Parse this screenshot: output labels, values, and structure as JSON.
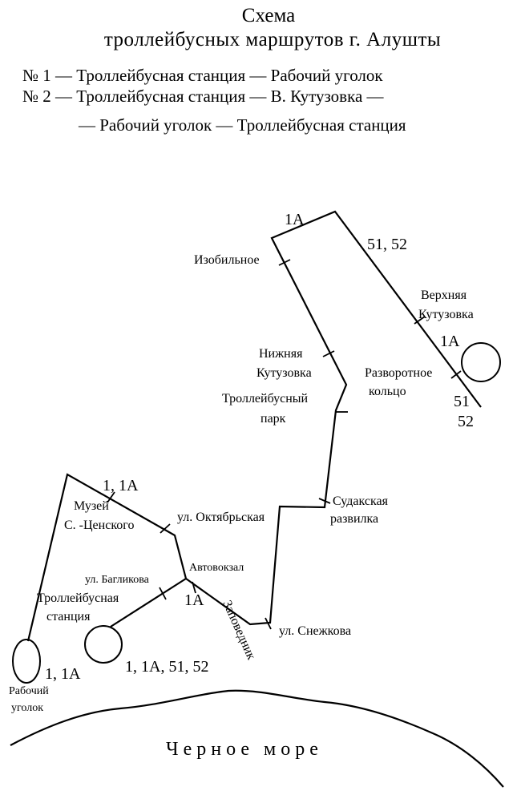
{
  "header": {
    "title_line1": "Схема",
    "title_line2": "троллейбусных маршрутов г. Алушты",
    "route_1": "№ 1 — Троллейбусная станция — Рабочий уголок",
    "route_2_line1": "№ 2 — Троллейбусная  станция — В. Кутузовка —",
    "route_2_line2": "— Рабочий уголок — Троллейбусная  станция"
  },
  "map": {
    "route_labels": {
      "top": "1А",
      "upper_right": "51, 52",
      "loop_right": "1А",
      "loop_right_bottom_1": "51",
      "loop_right_bottom_2": "52",
      "oktyabrskaya": "1, 1А",
      "avtovokzal": "1А",
      "station": "1, 1А, 51, 52",
      "rabochiy": "1, 1А"
    },
    "stops": {
      "izobilnoe": "Изобильное",
      "verkhnyaya_1": "Верхняя",
      "verkhnyaya_2": "Кутузовка",
      "nizhnyaya_1": "Нижняя",
      "nizhnyaya_2": "Кутузовка",
      "razvorotnoe_1": "Разворотное",
      "razvorotnoe_2": "кольцо",
      "park_1": "Троллейбусный",
      "park_2": "парк",
      "sudakskaya_1": "Судакская",
      "sudakskaya_2": "развилка",
      "muzey_1": "Музей",
      "muzey_2": "С. -Ценского",
      "oktyabrskaya": "ул. Октябрьская",
      "bagliková": "ул. Багликова",
      "avtovokzal": "Автовокзал",
      "zapovednik": "Заповедник",
      "snezhkova": "ул. Снежкова",
      "station_1": "Троллейбусная",
      "station_2": "станция",
      "rabochiy_1": "Рабочий",
      "rabochiy_2": "уголок"
    },
    "sea": "Черное море",
    "colors": {
      "ink": "#000000",
      "paper": "#ffffff"
    }
  }
}
